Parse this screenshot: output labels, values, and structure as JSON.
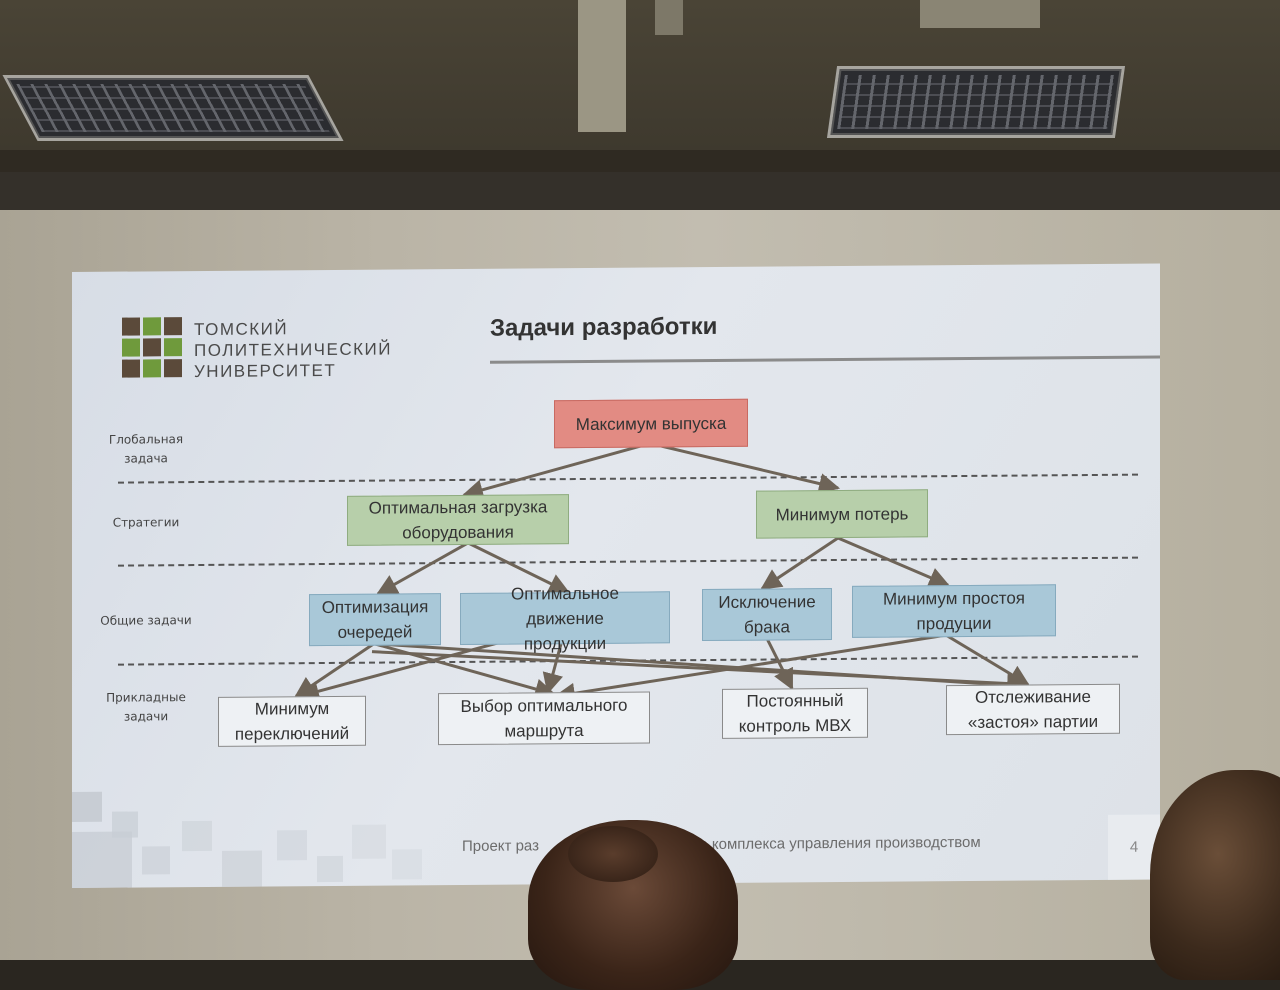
{
  "slide": {
    "logo": {
      "line1": "ТОМСКИЙ",
      "line2": "ПОЛИТЕХНИЧЕСКИЙ",
      "line3": "УНИВЕРСИТЕТ"
    },
    "title": "Задачи разработки",
    "row_labels": {
      "global_line1": "Глобальная",
      "global_line2": "задача",
      "strategies": "Стратегии",
      "common": "Общие задачи",
      "applied_line1": "Прикладные",
      "applied_line2": "задачи"
    },
    "nodes": {
      "max_output": "Максимум выпуска",
      "optimal_load": "Оптимальная загрузка оборудования",
      "min_loss": "Минимум потерь",
      "queue_opt": "Оптимизация очередей",
      "optimal_move": "Оптимальное движение продукции",
      "defect_excl": "Исключение брака",
      "min_idle": "Минимум простоя продуции",
      "min_switch": "Минимум переключений",
      "route_choice": "Выбор оптимального маршрута",
      "constant_control": "Постоянный контроль МВХ",
      "stall_tracking": "Отслеживание «застоя» партии"
    },
    "footer_left": "Проект раз",
    "footer_right": "много комплекса управления производством",
    "page_number": "4"
  }
}
